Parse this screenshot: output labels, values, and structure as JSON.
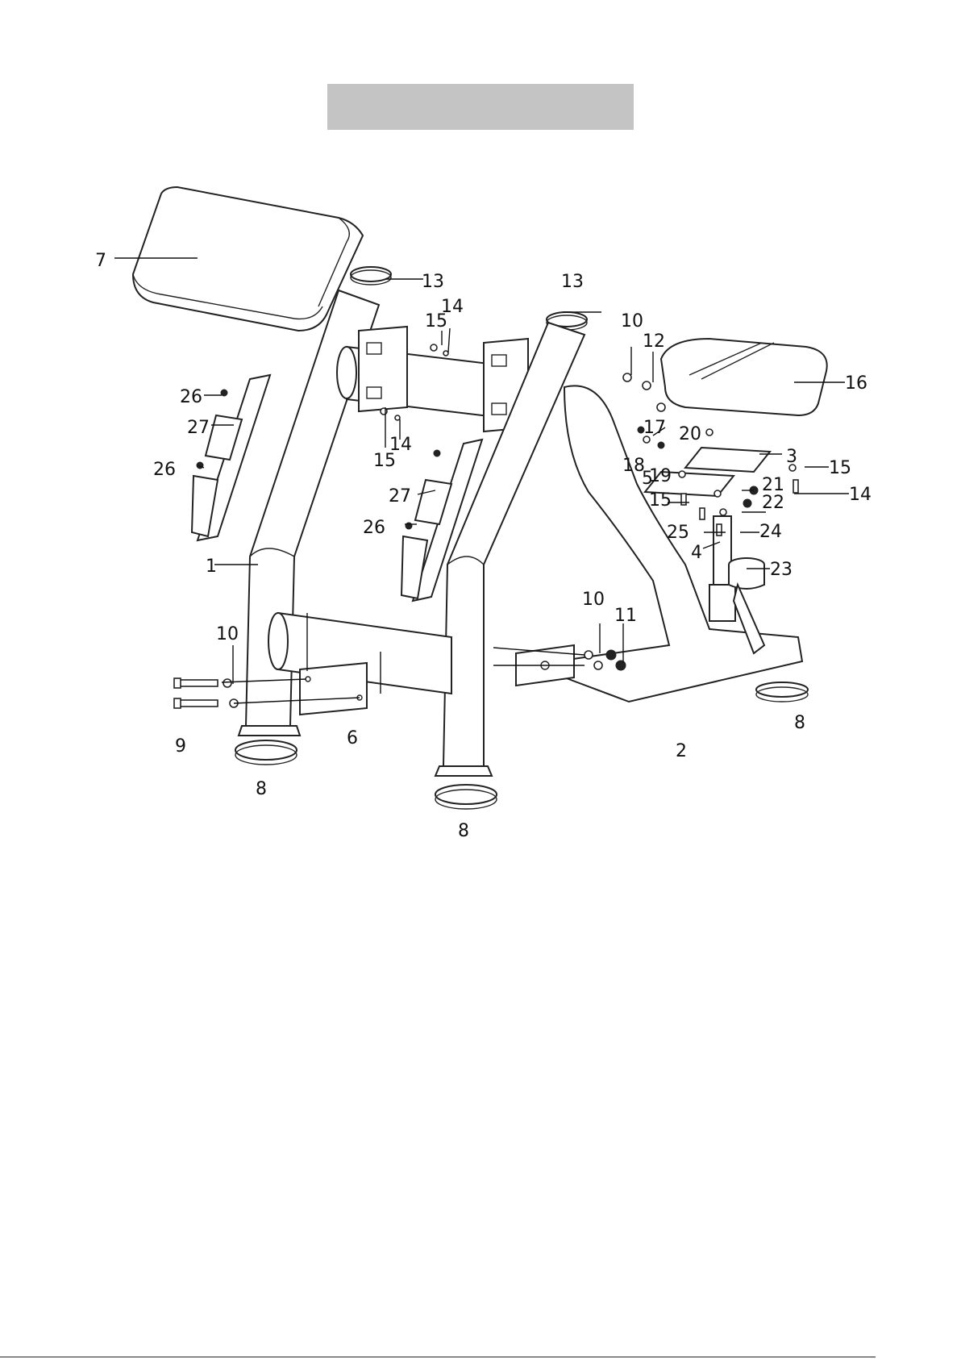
{
  "header": {
    "title_box_color": "#c4c4c4"
  },
  "diagram": {
    "labels": [
      {
        "id": "l1",
        "text": "1"
      },
      {
        "id": "l2",
        "text": "2"
      },
      {
        "id": "l3",
        "text": "3"
      },
      {
        "id": "l4",
        "text": "4"
      },
      {
        "id": "l5",
        "text": "5"
      },
      {
        "id": "l6",
        "text": "6"
      },
      {
        "id": "l7",
        "text": "7"
      },
      {
        "id": "l8a",
        "text": "8"
      },
      {
        "id": "l8b",
        "text": "8"
      },
      {
        "id": "l8c",
        "text": "8"
      },
      {
        "id": "l9",
        "text": "9"
      },
      {
        "id": "l10a",
        "text": "10"
      },
      {
        "id": "l10b",
        "text": "10"
      },
      {
        "id": "l10c",
        "text": "10"
      },
      {
        "id": "l11",
        "text": "11"
      },
      {
        "id": "l12",
        "text": "12"
      },
      {
        "id": "l13a",
        "text": "13"
      },
      {
        "id": "l13b",
        "text": "13"
      },
      {
        "id": "l14a",
        "text": "14"
      },
      {
        "id": "l14b",
        "text": "14"
      },
      {
        "id": "l14c",
        "text": "14"
      },
      {
        "id": "l15a",
        "text": "15"
      },
      {
        "id": "l15b",
        "text": "15"
      },
      {
        "id": "l15c",
        "text": "15"
      },
      {
        "id": "l15d",
        "text": "15"
      },
      {
        "id": "l16",
        "text": "16"
      },
      {
        "id": "l17",
        "text": "17"
      },
      {
        "id": "l18",
        "text": "18"
      },
      {
        "id": "l19",
        "text": "19"
      },
      {
        "id": "l20",
        "text": "20"
      },
      {
        "id": "l21",
        "text": "21"
      },
      {
        "id": "l22",
        "text": "22"
      },
      {
        "id": "l23",
        "text": "23"
      },
      {
        "id": "l24",
        "text": "24"
      },
      {
        "id": "l25",
        "text": "25"
      },
      {
        "id": "l26a",
        "text": "26"
      },
      {
        "id": "l26b",
        "text": "26"
      },
      {
        "id": "l26c",
        "text": "26"
      },
      {
        "id": "l27a",
        "text": "27"
      },
      {
        "id": "l27b",
        "text": "27"
      }
    ]
  }
}
